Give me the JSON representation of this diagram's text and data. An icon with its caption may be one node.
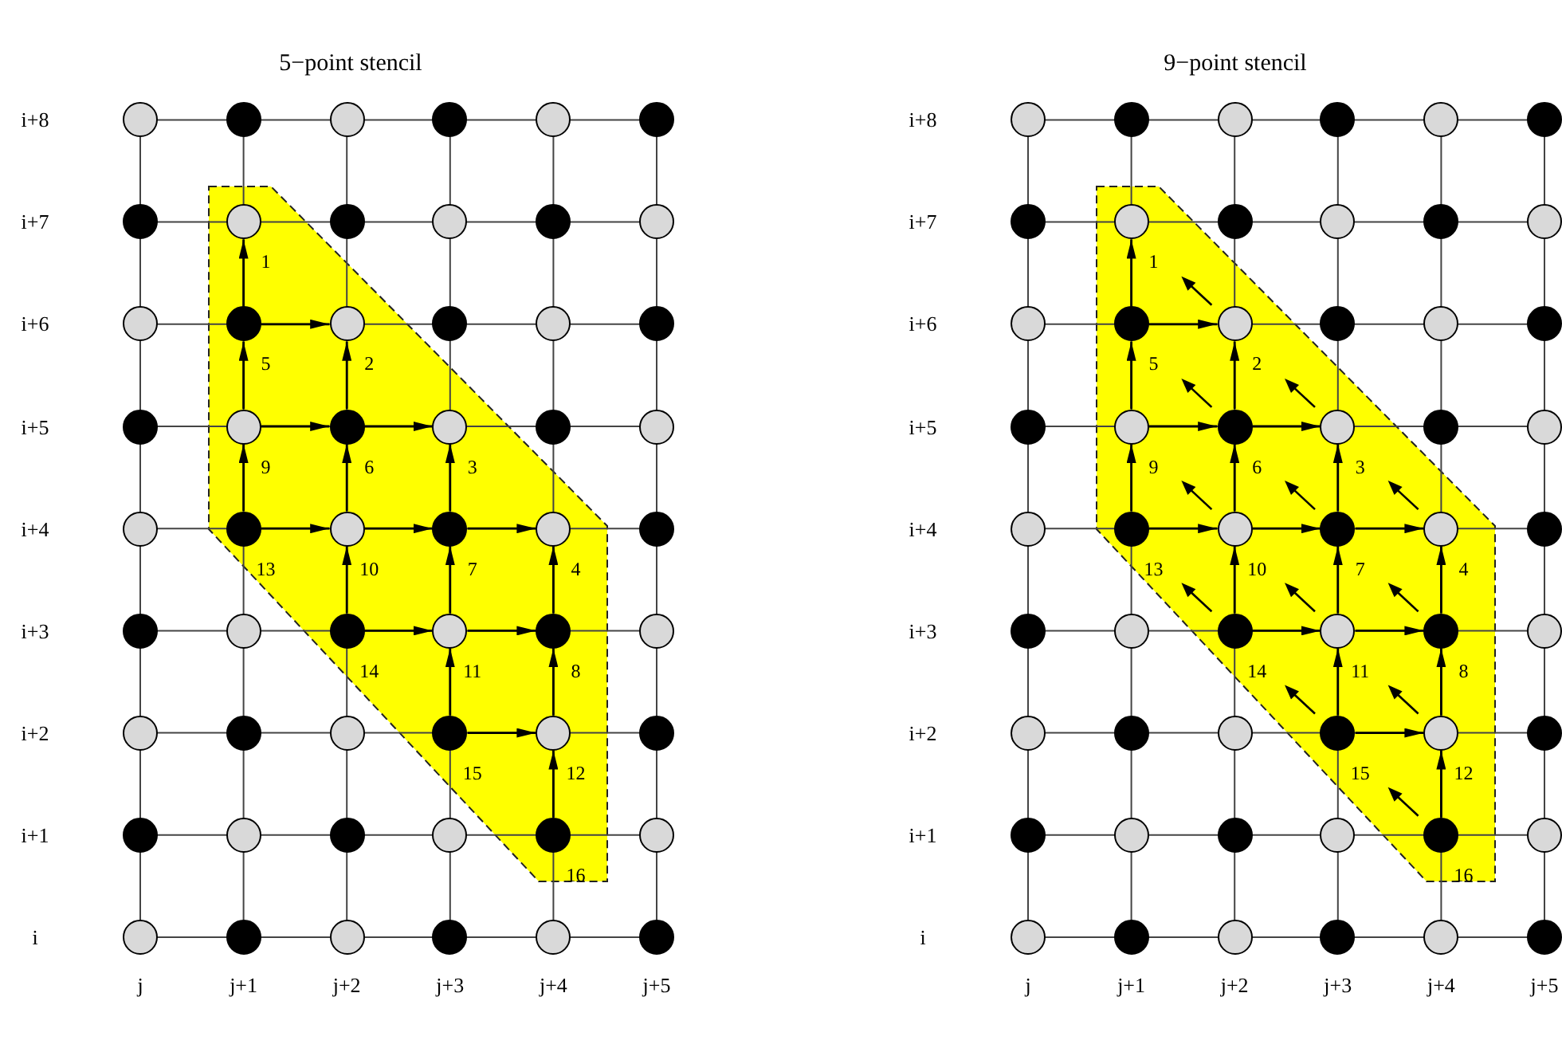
{
  "diagram": {
    "nodes": [
      {
        "text": [],
        "shape": "circle"
      },
      {
        "text": [],
        "shape": "circle"
      },
      {
        "text": [],
        "shape": "circle"
      },
      {
        "text": [],
        "shape": "circle"
      },
      {
        "text": [],
        "shape": "circle"
      },
      {
        "text": [],
        "shape": "circle"
      },
      {
        "text": [],
        "shape": "circle"
      },
      {
        "text": [],
        "shape": "circle"
      },
      {
        "text": [],
        "shape": "circle"
      },
      {
        "text": [],
        "shape": "circle"
      },
      {
        "text": [],
        "shape": "circle"
      },
      {
        "text": [],
        "shape": "circle"
      },
      {
        "text": [],
        "shape": "circle"
      },
      {
        "text": [],
        "shape": "circle"
      },
      {
        "text": [],
        "shape": "circle"
      },
      {
        "text": [],
        "shape": "circle"
      },
      {
        "text": [],
        "shape": "circle"
      },
      {
        "text": [],
        "shape": "circle"
      },
      {
        "text": [],
        "shape": "circle"
      },
      {
        "text": [],
        "shape": "circle"
      },
      {
        "text": [],
        "shape": "circle"
      },
      {
        "text": [],
        "shape": "circle"
      },
      {
        "text": [],
        "shape": "circle"
      },
      {
        "text": [],
        "shape": "circle"
      },
      {
        "text": [],
        "shape": "circle"
      },
      {
        "text": [],
        "shape": "circle"
      },
      {
        "text": [],
        "shape": "circle"
      },
      {
        "text": [],
        "shape": "circle"
      },
      {
        "text": [],
        "shape": "circle"
      },
      {
        "text": [],
        "shape": "circle"
      },
      {
        "text": [],
        "shape": "circle"
      },
      {
        "text": [],
        "shape": "circle"
      },
      {
        "text": [],
        "shape": "circle"
      },
      {
        "text": [],
        "shape": "circle"
      },
      {
        "text": [],
        "shape": "circle"
      },
      {
        "text": [],
        "shape": "circle"
      },
      {
        "text": [],
        "shape": "circle"
      },
      {
        "text": [],
        "shape": "circle"
      },
      {
        "text": [],
        "shape": "circle"
      },
      {
        "text": [],
        "shape": "circle"
      },
      {
        "text": [],
        "shape": "circle"
      },
      {
        "text": [],
        "shape": "circle"
      },
      {
        "text": [],
        "shape": "circle"
      },
      {
        "text": [],
        "shape": "circle"
      },
      {
        "text": [],
        "shape": "circle"
      },
      {
        "text": [],
        "shape": "circle"
      },
      {
        "text": [],
        "shape": "circle"
      },
      {
        "text": [],
        "shape": "circle"
      },
      {
        "text": [],
        "shape": "circle"
      },
      {
        "text": [],
        "shape": "circle"
      },
      {
        "text": [],
        "shape": "circle"
      },
      {
        "text": [],
        "shape": "circle"
      },
      {
        "text": [],
        "shape": "circle"
      },
      {
        "text": [],
        "shape": "circle"
      },
      {
        "text": [],
        "shape": "circle"
      },
      {
        "text": [],
        "shape": "circle"
      },
      {
        "text": [],
        "shape": "circle"
      },
      {
        "text": [],
        "shape": "circle"
      },
      {
        "text": [],
        "shape": "circle"
      },
      {
        "text": [],
        "shape": "circle"
      },
      {
        "text": [],
        "shape": "circle"
      },
      {
        "text": [],
        "shape": "circle"
      },
      {
        "text": [],
        "shape": "circle"
      },
      {
        "text": [],
        "shape": "circle"
      },
      {
        "text": [],
        "shape": "circle"
      },
      {
        "text": [],
        "shape": "circle"
      },
      {
        "text": [],
        "shape": "circle"
      },
      {
        "text": [],
        "shape": "circle"
      },
      {
        "text": [],
        "shape": "circle"
      },
      {
        "text": [],
        "shape": "circle"
      },
      {
        "text": [],
        "shape": "circle"
      },
      {
        "text": [],
        "shape": "circle"
      },
      {
        "text": [],
        "shape": "circle"
      },
      {
        "text": [],
        "shape": "circle"
      },
      {
        "text": [],
        "shape": "circle"
      },
      {
        "text": [],
        "shape": "circle"
      },
      {
        "text": [],
        "shape": "circle"
      },
      {
        "text": [],
        "shape": "circle"
      },
      {
        "text": [],
        "shape": "circle"
      },
      {
        "text": [],
        "shape": "circle"
      },
      {
        "text": [],
        "shape": "circle"
      },
      {
        "text": [],
        "shape": "circle"
      },
      {
        "text": [],
        "shape": "circle"
      },
      {
        "text": [],
        "shape": "circle"
      },
      {
        "text": [],
        "shape": "circle"
      },
      {
        "text": [],
        "shape": "circle"
      },
      {
        "text": [],
        "shape": "circle"
      },
      {
        "text": [],
        "shape": "circle"
      },
      {
        "text": [],
        "shape": "circle"
      },
      {
        "text": [],
        "shape": "circle"
      },
      {
        "text": [],
        "shape": "circle"
      },
      {
        "text": [],
        "shape": "circle"
      },
      {
        "text": [],
        "shape": "circle"
      },
      {
        "text": [],
        "shape": "circle"
      },
      {
        "text": [],
        "shape": "circle"
      },
      {
        "text": [],
        "shape": "circle"
      },
      {
        "text": [],
        "shape": "circle"
      },
      {
        "text": [],
        "shape": "circle"
      },
      {
        "text": [],
        "shape": "circle"
      },
      {
        "text": [],
        "shape": "circle"
      },
      {
        "text": [],
        "shape": "circle"
      },
      {
        "text": [],
        "shape": "circle"
      },
      {
        "text": [],
        "shape": "circle"
      },
      {
        "text": [],
        "shape": "circle"
      },
      {
        "text": [],
        "shape": "circle"
      },
      {
        "text": [],
        "shape": "circle"
      },
      {
        "text": [],
        "shape": "circle"
      },
      {
        "text": [],
        "shape": "circle"
      }
    ],
    "edges": [
      {
        "from": 13,
        "to": 7,
        "arrow": "to"
      },
      {
        "from": 19,
        "to": 13,
        "arrow": "to"
      },
      {
        "from": 25,
        "to": 19,
        "arrow": "to"
      },
      {
        "from": 20,
        "to": 14,
        "arrow": "to"
      },
      {
        "from": 26,
        "to": 20,
        "arrow": "to"
      },
      {
        "from": 32,
        "to": 26,
        "arrow": "to"
      },
      {
        "from": 27,
        "to": 21,
        "arrow": "to"
      },
      {
        "from": 33,
        "to": 27,
        "arrow": "to"
      },
      {
        "from": 39,
        "to": 33,
        "arrow": "to"
      },
      {
        "from": 34,
        "to": 28,
        "arrow": "to"
      },
      {
        "from": 40,
        "to": 34,
        "arrow": "to"
      },
      {
        "from": 46,
        "to": 40,
        "arrow": "to"
      },
      {
        "from": 13,
        "to": 14,
        "arrow": "to"
      },
      {
        "from": 19,
        "to": 20,
        "arrow": "to"
      },
      {
        "from": 20,
        "to": 21,
        "arrow": "to"
      },
      {
        "from": 25,
        "to": 26,
        "arrow": "to"
      },
      {
        "from": 26,
        "to": 27,
        "arrow": "to"
      },
      {
        "from": 27,
        "to": 28,
        "arrow": "to"
      },
      {
        "from": 32,
        "to": 33,
        "arrow": "to"
      },
      {
        "from": 33,
        "to": 34,
        "arrow": "to"
      },
      {
        "from": 39,
        "to": 40,
        "arrow": "to"
      },
      {
        "from": 67,
        "to": 61,
        "arrow": "to"
      },
      {
        "from": 73,
        "to": 67,
        "arrow": "to"
      },
      {
        "from": 79,
        "to": 73,
        "arrow": "to"
      },
      {
        "from": 74,
        "to": 68,
        "arrow": "to"
      },
      {
        "from": 80,
        "to": 74,
        "arrow": "to"
      },
      {
        "from": 86,
        "to": 80,
        "arrow": "to"
      },
      {
        "from": 81,
        "to": 75,
        "arrow": "to"
      },
      {
        "from": 87,
        "to": 81,
        "arrow": "to"
      },
      {
        "from": 93,
        "to": 87,
        "arrow": "to"
      },
      {
        "from": 88,
        "to": 82,
        "arrow": "to"
      },
      {
        "from": 94,
        "to": 88,
        "arrow": "to"
      },
      {
        "from": 100,
        "to": 94,
        "arrow": "to"
      },
      {
        "from": 67,
        "to": 68,
        "arrow": "to"
      },
      {
        "from": 73,
        "to": 74,
        "arrow": "to"
      },
      {
        "from": 74,
        "to": 75,
        "arrow": "to"
      },
      {
        "from": 79,
        "to": 80,
        "arrow": "to"
      },
      {
        "from": 80,
        "to": 81,
        "arrow": "to"
      },
      {
        "from": 81,
        "to": 82,
        "arrow": "to"
      },
      {
        "from": 86,
        "to": 87,
        "arrow": "to"
      },
      {
        "from": 87,
        "to": 88,
        "arrow": "to"
      },
      {
        "from": 93,
        "to": 94,
        "arrow": "to"
      }
    ],
    "labels": [
      "5−point stencil",
      "9−point stencil",
      "i+8",
      "i+7",
      "i+6",
      "i+5",
      "i+4",
      "i+3",
      "i+2",
      "i+1",
      "i",
      "1",
      "2",
      "3",
      "4",
      "5",
      "6",
      "7",
      "8",
      "9",
      "10",
      "11",
      "12",
      "13",
      "14",
      "15",
      "16",
      "j",
      "j+1",
      "j+2",
      "j+3",
      "j+4",
      "j+5",
      "i+8",
      "i+7",
      "i+6",
      "i+5",
      "i+4",
      "i+3",
      "i+2",
      "i+1",
      "i",
      "1",
      "2",
      "3",
      "4",
      "5",
      "6",
      "7",
      "8",
      "9",
      "10",
      "11",
      "12",
      "13",
      "14",
      "15",
      "16",
      "j",
      "j+1",
      "j+2",
      "j+3",
      "j+4",
      "j+5"
    ]
  }
}
